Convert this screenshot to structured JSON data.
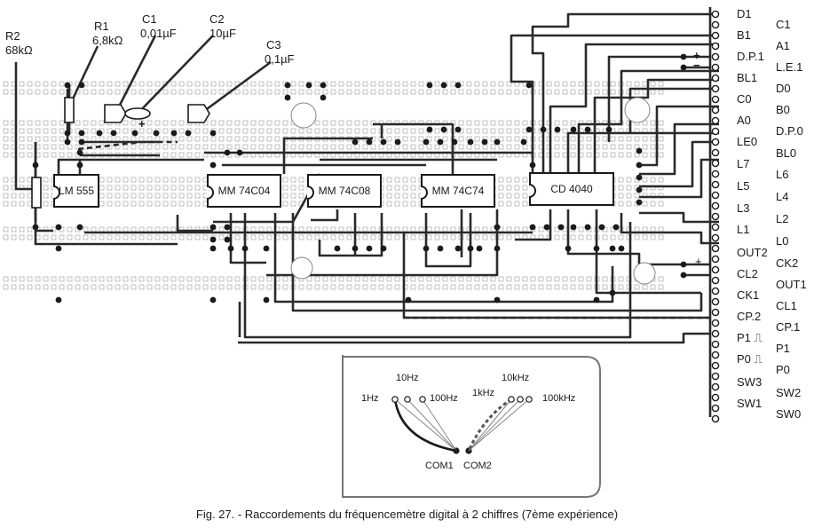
{
  "figure": {
    "caption": "Fig. 27. - Raccordements du fréquencemètre digital à 2 chiffres (7ème expérience)"
  },
  "components": {
    "r2": {
      "name": "R2",
      "value": "68kΩ"
    },
    "r1": {
      "name": "R1",
      "value": "6,8kΩ"
    },
    "c1": {
      "name": "C1",
      "value": "0,01µF"
    },
    "c2": {
      "name": "C2",
      "value": "10µF"
    },
    "c3": {
      "name": "C3",
      "value": "0,1µF"
    },
    "c2_polarity": "+"
  },
  "chips": [
    {
      "label": "LM 555"
    },
    {
      "label": "MM 74C04"
    },
    {
      "label": "MM 74C08"
    },
    {
      "label": "MM 74C74"
    },
    {
      "label": "CD 4040"
    }
  ],
  "connector": {
    "left_column": [
      "D1",
      "B1",
      "D.P.1",
      "BL1",
      "D0",
      "B0",
      "LE0",
      "L7",
      "L6",
      "L5",
      "L4",
      "L3",
      "L2",
      "L1",
      "L0",
      "CK2",
      "OUT1",
      "CL1",
      "CP.1",
      "P1",
      "P0",
      "SW2",
      "SW0"
    ],
    "right_column": [
      "C1",
      "A1",
      "L.E.1",
      "C0",
      "A0",
      "D.P.0",
      "BL0"
    ],
    "inner_labels": [
      "OUT2",
      "CL2",
      "CK1",
      "CP.2",
      "P1 ⎍",
      "P0 ⎍",
      "SW3",
      "SW1"
    ],
    "supply_plus": "+",
    "supply_minus": "−",
    "cap_plus": "+"
  },
  "switch_panel": {
    "left_positions": [
      "1Hz",
      "10Hz",
      "100Hz"
    ],
    "right_positions": [
      "1kHz",
      "10kHz",
      "100kHz"
    ],
    "commons": [
      "COM1",
      "COM2"
    ]
  },
  "colors": {
    "ink": "#1a1a1a",
    "grid": "#9a9a9a",
    "wire": "#2a2a2a"
  }
}
